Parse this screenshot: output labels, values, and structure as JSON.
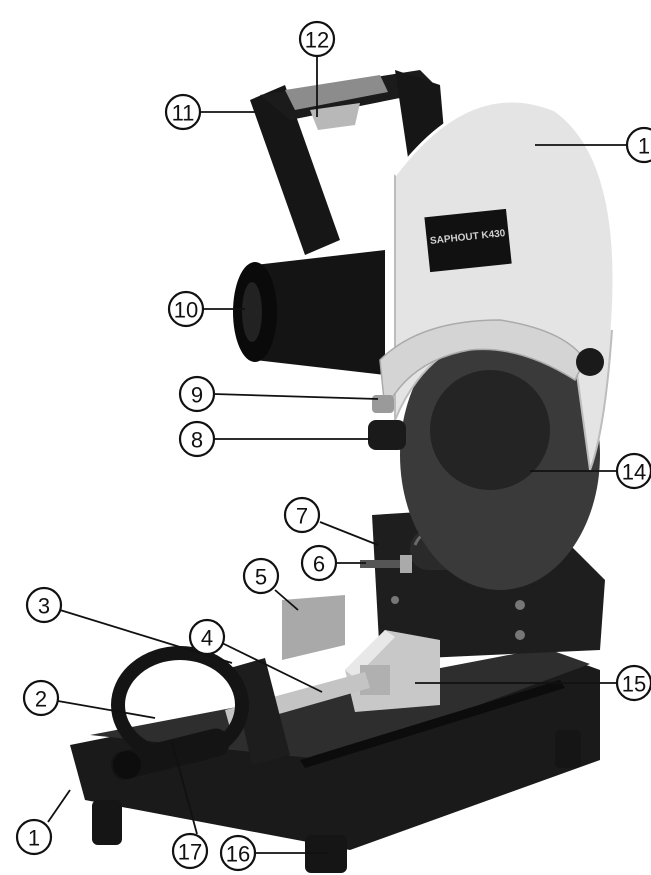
{
  "callouts": {
    "c1a": "1",
    "c1b": "1",
    "c2": "2",
    "c3": "3",
    "c4": "4",
    "c5": "5",
    "c6": "6",
    "c7": "7",
    "c8": "8",
    "c9": "9",
    "c10": "10",
    "c11": "11",
    "c12": "12",
    "c14": "14",
    "c15": "15",
    "c16": "16",
    "c17": "17"
  },
  "brand_label": {
    "text": "SAPHOUT K430"
  },
  "colors": {
    "guard": "#e4e4e4",
    "base": "#1a1a1a",
    "disc": "#3a3a3a",
    "motor": "#141414",
    "vise_metal": "#c8c8c8",
    "ink": "#111111"
  }
}
